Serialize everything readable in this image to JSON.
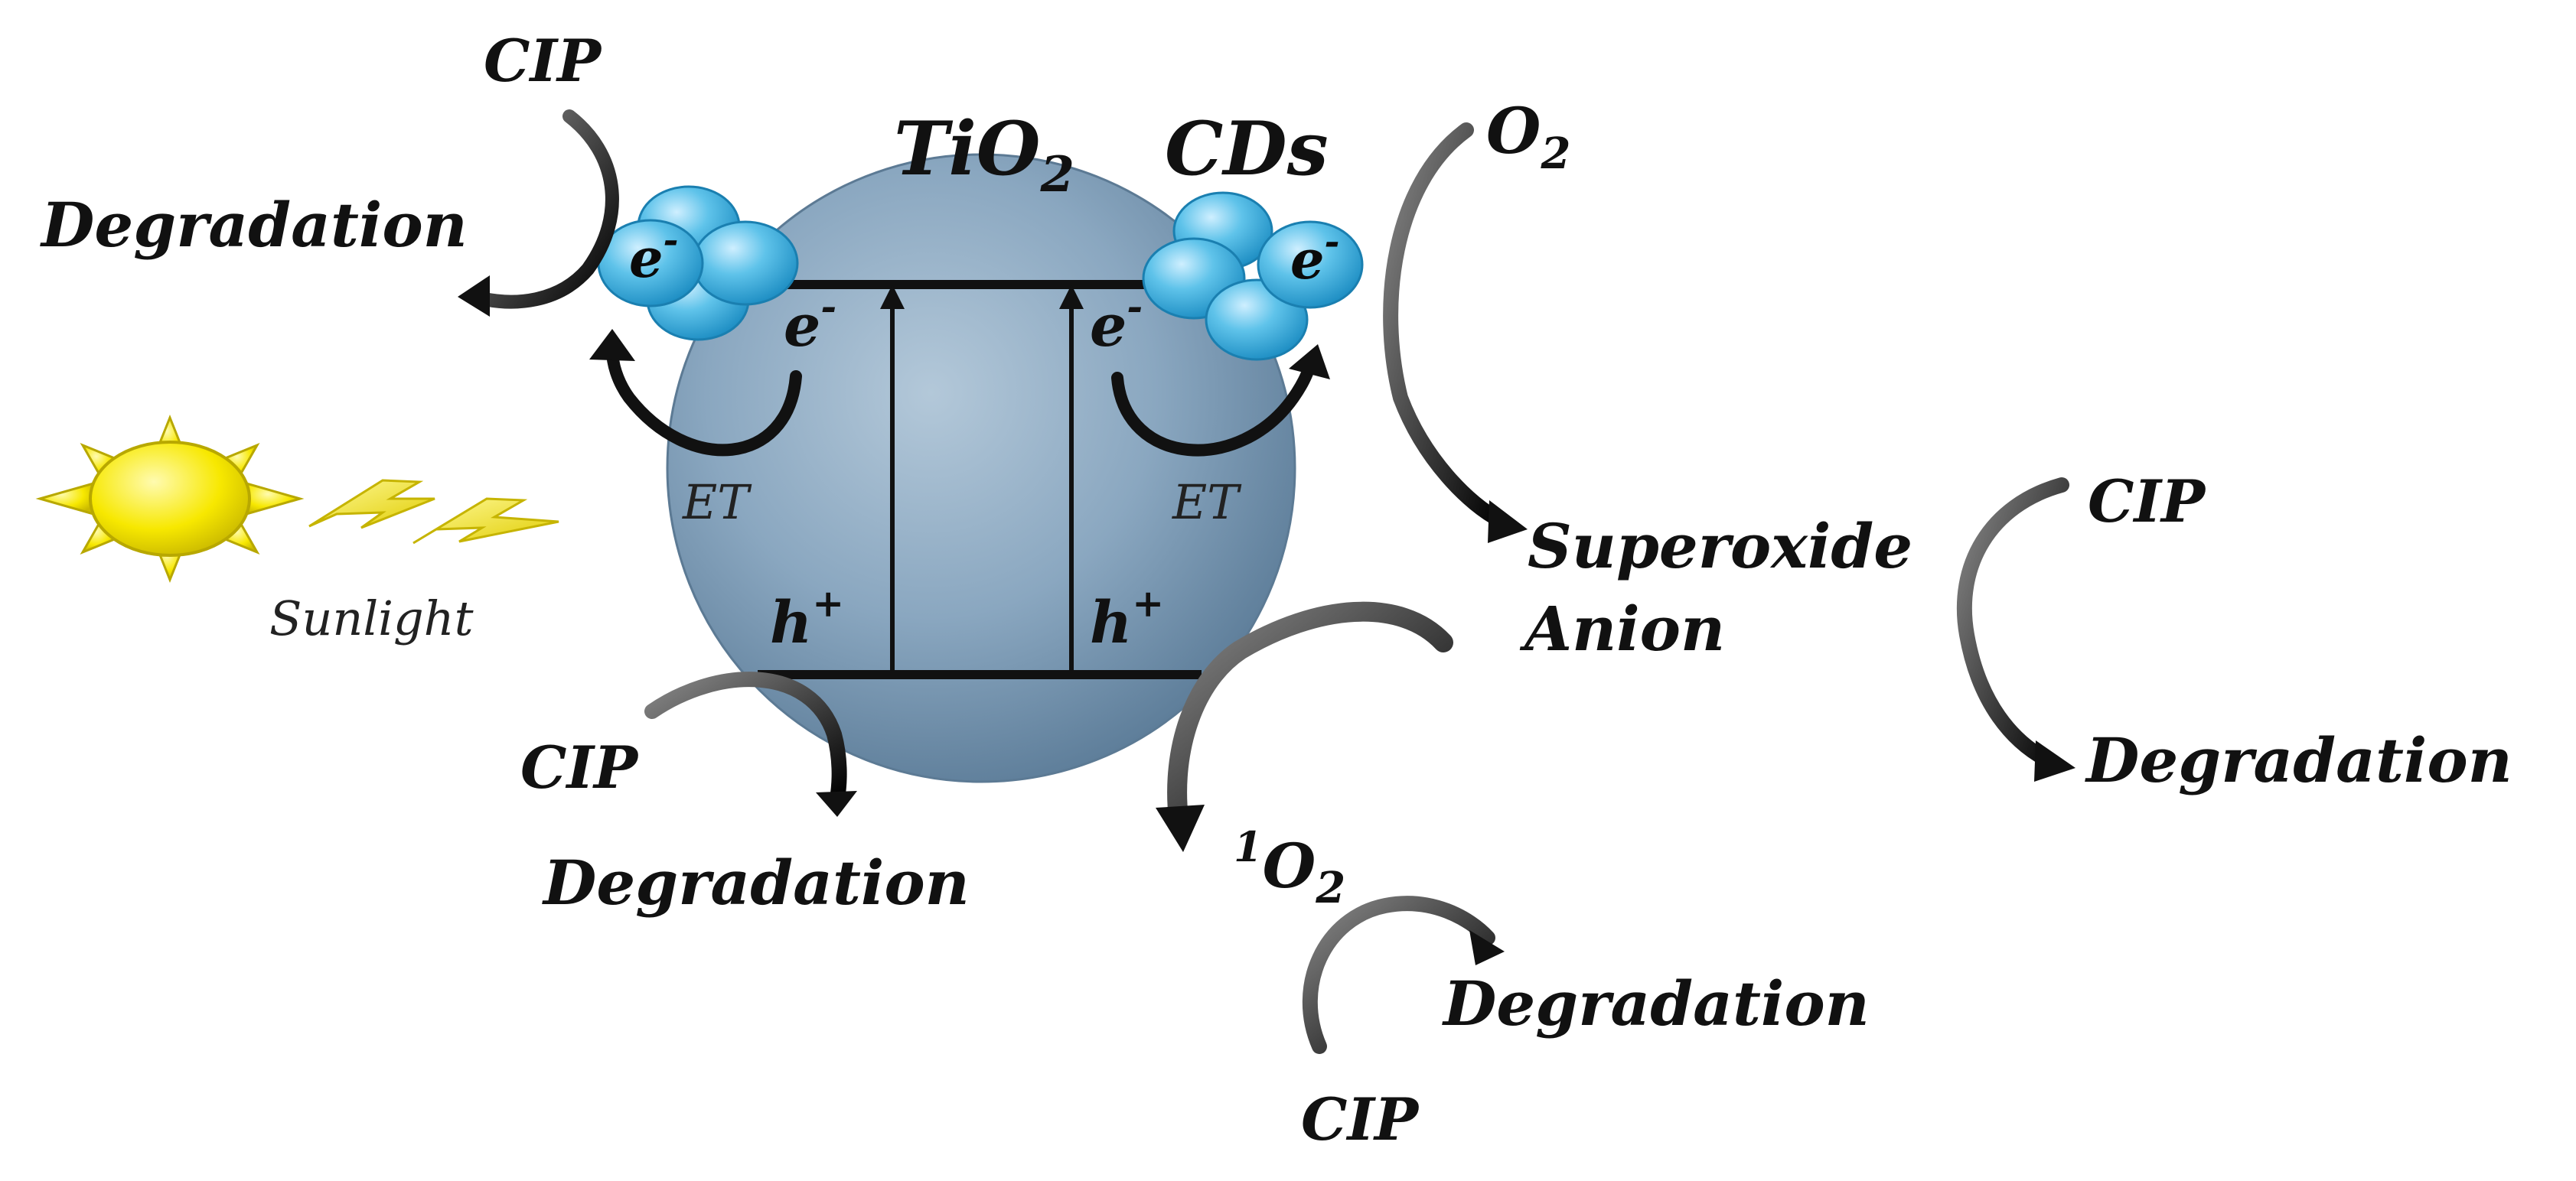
{
  "diagram": {
    "titles": {
      "tio2": "TiO",
      "tio2_sub": "2",
      "cds": "CDs"
    },
    "electron": "e",
    "electron_sup": "-",
    "hole": "h",
    "hole_sup": "+",
    "et_label": "ET",
    "sunlight": "Sunlight",
    "cip": "CIP",
    "degradation": "Degradation",
    "o2": "O",
    "o2_sub": "2",
    "singlet_o2_sup": "1",
    "singlet_o2": "O",
    "singlet_o2_sub": "2",
    "superoxide_line1": "Superoxide",
    "superoxide_line2": "Anion"
  },
  "colors": {
    "sphere": "#7f9db8",
    "electron_cluster": "#4fbde6",
    "sun": "#f5e400",
    "lightning": "#f0e000",
    "arrow": "#111111"
  }
}
